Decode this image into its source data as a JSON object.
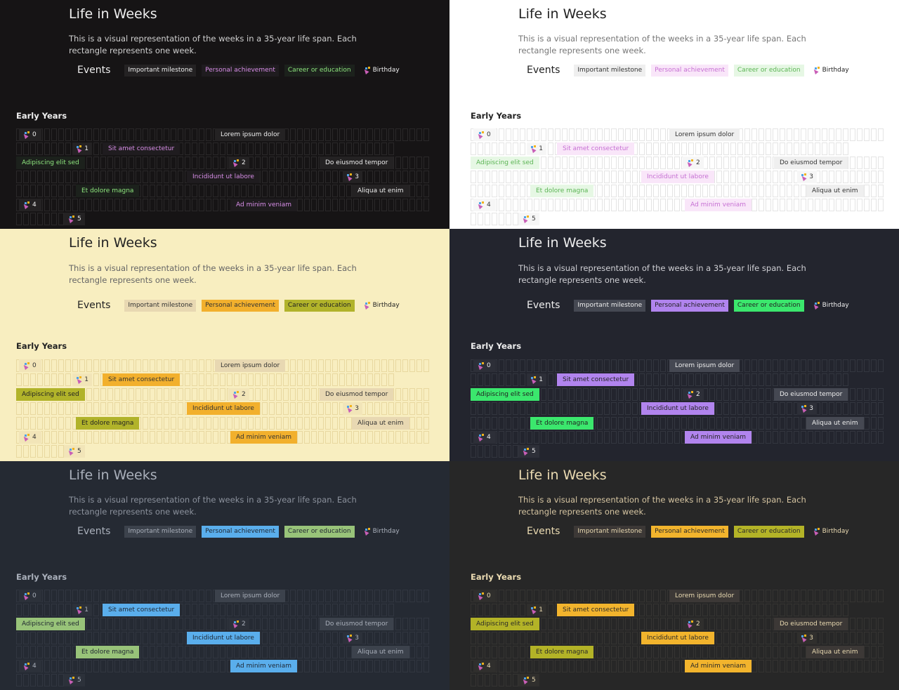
{
  "app": {
    "title": "Life in Weeks",
    "description": "This is a visual representation of the weeks in a 35-year life span. Each rectangle represents one week.",
    "events_label": "Events",
    "section_title": "Early Years"
  },
  "legend": {
    "milestone": "Important milestone",
    "personal": "Personal achievement",
    "career": "Career or education",
    "birthday": "Birthday"
  },
  "birthdays": [
    "0",
    "1",
    "2",
    "3",
    "4",
    "5"
  ],
  "events": {
    "lorem": "Lorem ipsum dolor",
    "sit": "Sit amet consectetur",
    "adipiscing": "Adipiscing elit sed",
    "do_eiusmod": "Do eiusmod tempor",
    "incididunt": "Incididunt ut labore",
    "et_dolore": "Et dolore magna",
    "aliqua": "Aliqua ut enim",
    "ad_minim": "Ad minim veniam"
  },
  "themes": [
    "dark",
    "light",
    "cream",
    "navy",
    "slate",
    "gruvbox"
  ]
}
